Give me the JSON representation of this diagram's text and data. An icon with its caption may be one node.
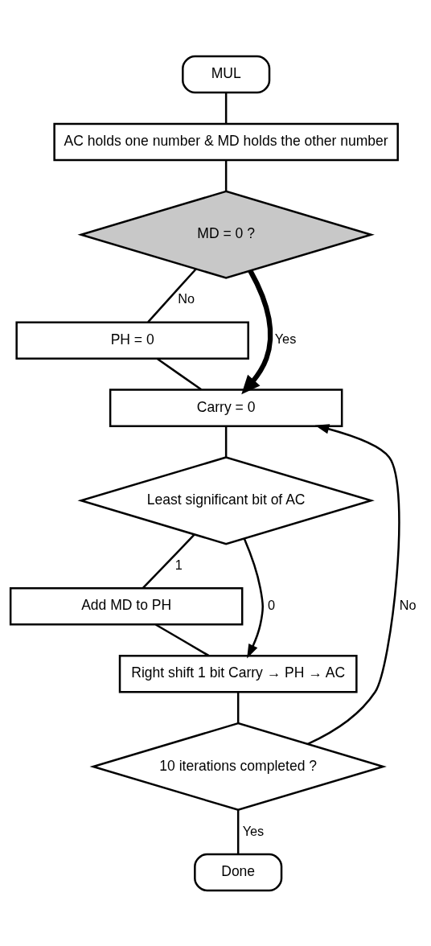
{
  "diagram": {
    "nodes": [
      {
        "text": [
          "MUL"
        ]
      },
      {
        "text": [
          "AC holds one number & MD holds the other number"
        ]
      },
      {
        "text": [
          "MD = 0 ?"
        ]
      },
      {
        "text": [
          "PH = 0"
        ]
      },
      {
        "text": [
          "Carry = 0"
        ]
      },
      {
        "text": [
          "Least significant bit of AC"
        ]
      },
      {
        "text": [
          "Add MD to PH"
        ]
      },
      {
        "text": [
          "Right shift 1 bit Carry → PH → AC"
        ]
      },
      {
        "text": [
          "10 iterations completed ?"
        ]
      },
      {
        "text": [
          "Done"
        ]
      }
    ],
    "edges": [
      {
        "from": 0,
        "to": 1,
        "arrow": "none"
      },
      {
        "from": 1,
        "to": 2,
        "arrow": "none"
      },
      {
        "from": 2,
        "to": 3,
        "arrow": "none",
        "label": "No"
      },
      {
        "from": 2,
        "to": 4,
        "arrow": "to",
        "label": "Yes",
        "style": "thick"
      },
      {
        "from": 3,
        "to": 4,
        "arrow": "none"
      },
      {
        "from": 8,
        "to": 4,
        "arrow": "to",
        "label": "No"
      },
      {
        "from": 4,
        "to": 5,
        "arrow": "none"
      },
      {
        "from": 5,
        "to": 6,
        "arrow": "none",
        "label": "1"
      },
      {
        "from": 5,
        "to": 7,
        "arrow": "to",
        "label": "0"
      },
      {
        "from": 6,
        "to": 7,
        "arrow": "none"
      },
      {
        "from": 7,
        "to": 8,
        "arrow": "none"
      },
      {
        "from": 8,
        "to": 9,
        "arrow": "none",
        "label": "Yes"
      }
    ]
  }
}
